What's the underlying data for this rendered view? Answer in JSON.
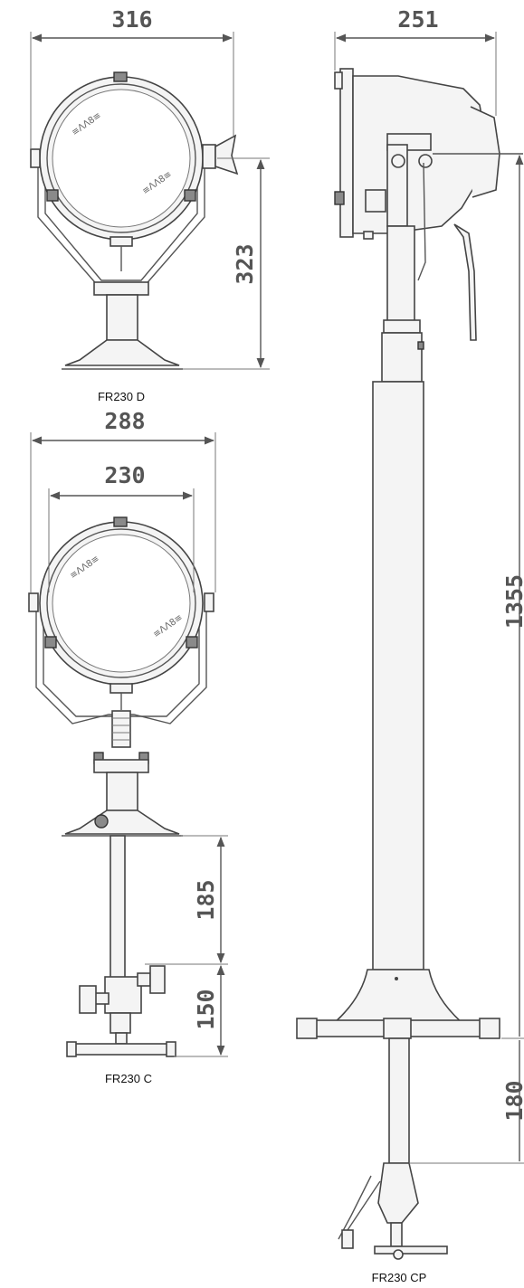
{
  "dimensions": {
    "d_width": "316",
    "d_height": "323",
    "c_outer_width": "288",
    "c_inner_width": "230",
    "c_pole": "185",
    "c_clamp": "150",
    "cp_depth": "251",
    "cp_height": "1355",
    "cp_clamp": "180"
  },
  "captions": {
    "fr230d": "FR230 D",
    "fr230c": "FR230 C",
    "fr230cp": "FR230 CP"
  },
  "colors": {
    "line": "#555555",
    "text": "#555555",
    "caption": "#111111"
  }
}
